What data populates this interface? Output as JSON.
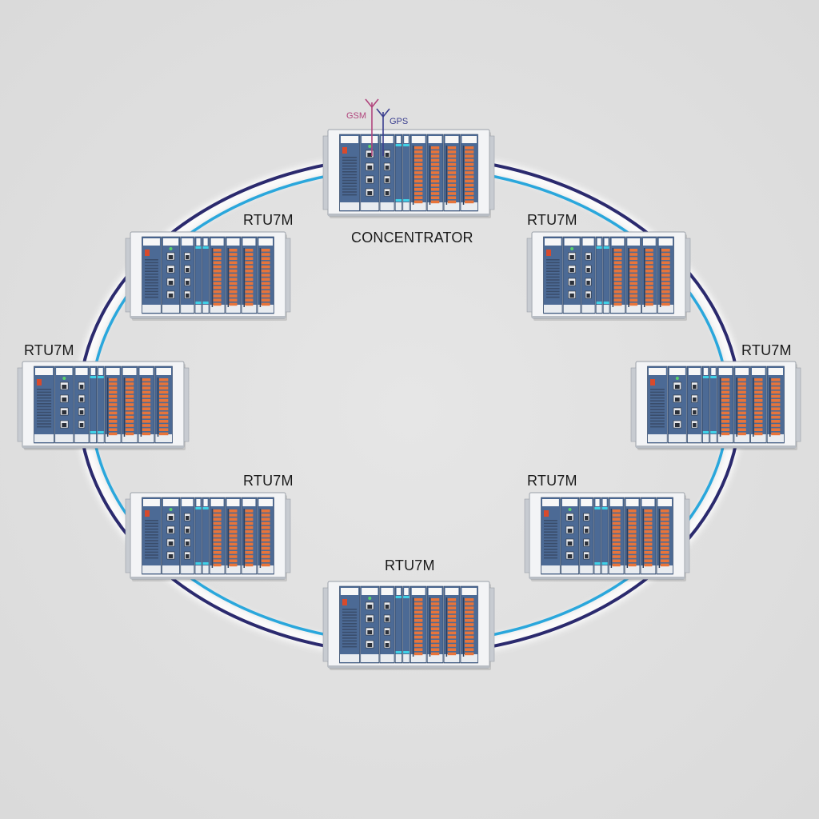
{
  "colors": {
    "ring_outer": "#2b2a6e",
    "ring_inner": "#2aa7dc",
    "module_blue": "#4c6a95",
    "terminal_orange": "#e8743a",
    "accent_cyan": "#3fd0e6",
    "gsm": "#b1457d",
    "gps": "#3b3f8f"
  },
  "antennas": {
    "gsm": "GSM",
    "gps": "GPS"
  },
  "units": [
    {
      "id": "concentrator",
      "label": "CONCENTRATOR",
      "role": "concentrator"
    },
    {
      "id": "rtu-top-right",
      "label": "RTU7M",
      "role": "rtu"
    },
    {
      "id": "rtu-right",
      "label": "RTU7M",
      "role": "rtu"
    },
    {
      "id": "rtu-bottom-right",
      "label": "RTU7M",
      "role": "rtu"
    },
    {
      "id": "rtu-bottom",
      "label": "RTU7M",
      "role": "rtu"
    },
    {
      "id": "rtu-bottom-left",
      "label": "RTU7M",
      "role": "rtu"
    },
    {
      "id": "rtu-left",
      "label": "RTU7M",
      "role": "rtu"
    },
    {
      "id": "rtu-top-left",
      "label": "RTU7M",
      "role": "rtu"
    }
  ]
}
